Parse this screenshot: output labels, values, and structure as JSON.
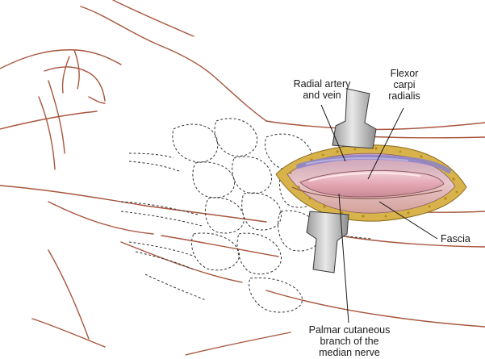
{
  "labels": {
    "radial_artery": [
      "Radial artery",
      "and vein"
    ],
    "flexor_carpi": [
      "Flexor",
      "carpi",
      "radialis"
    ],
    "fascia": [
      "Fascia"
    ],
    "palmar_cutaneous": [
      "Palmar cutaneous",
      "branch of the",
      "median nerve"
    ]
  },
  "colors": {
    "skin_outline": "#a8553c",
    "bone_outline": "#333333",
    "fat": "#d9b640",
    "muscle": "#e7b9c0",
    "retractor": "#cfcfcf",
    "leader": "#1a1a1a"
  }
}
